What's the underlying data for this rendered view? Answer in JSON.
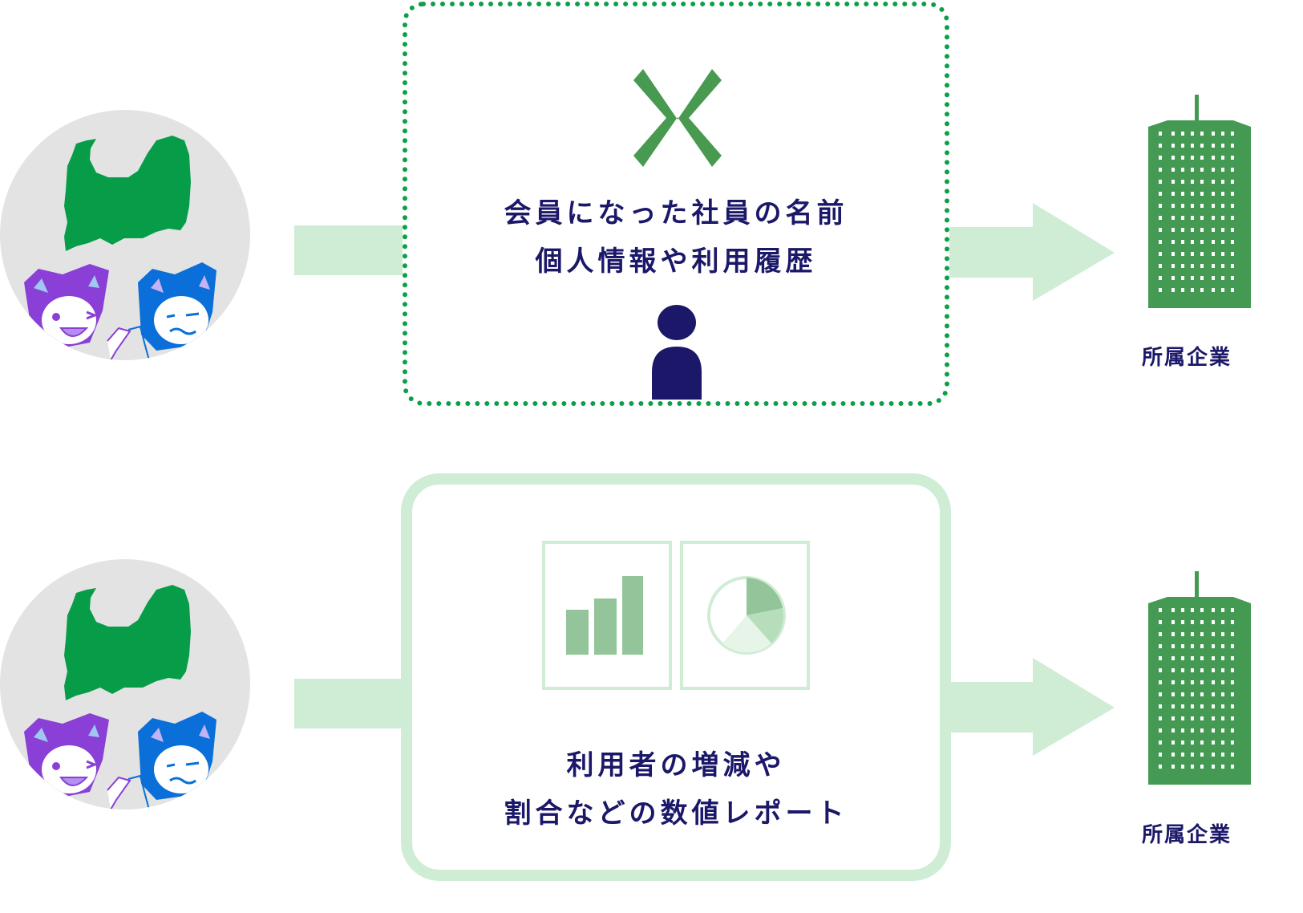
{
  "top_row": {
    "status_icon": "cross-mark-icon",
    "box_style": "dotted",
    "message_lines": [
      "会員になった社員の名前",
      "個人情報や利用履歴"
    ],
    "person_icon": "person-icon",
    "destination_label": "所属企業"
  },
  "bottom_row": {
    "box_style": "solid",
    "report_icons": [
      "bar-chart-icon",
      "pie-chart-icon"
    ],
    "message_lines": [
      "利用者の増減や",
      "割合などの数値レポート"
    ],
    "destination_label": "所属企業"
  },
  "source_icon": "toyama-map-with-mascots",
  "colors": {
    "navy": "#1b1869",
    "green": "#09a046",
    "building_green": "#449a52",
    "light_green": "#cfecd4",
    "chart_green": "#93c49a",
    "circle_gray": "#e3e3e3"
  }
}
